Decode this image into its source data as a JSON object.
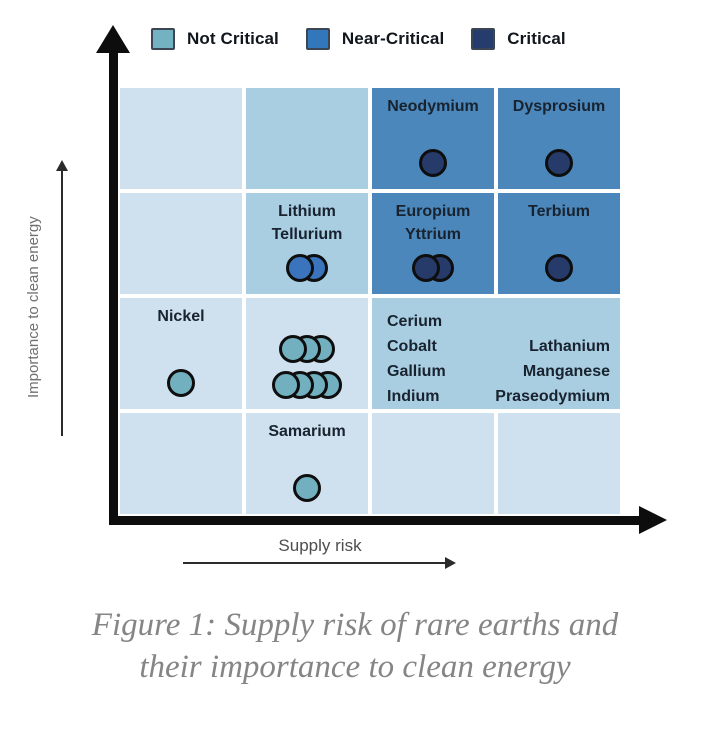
{
  "legend": {
    "items": [
      {
        "label": "Not Critical",
        "level": "not_critical"
      },
      {
        "label": "Near-Critical",
        "level": "near_critical"
      },
      {
        "label": "Critical",
        "level": "critical"
      }
    ]
  },
  "axes": {
    "y_label": "Importance to clean energy",
    "x_label": "Supply risk"
  },
  "caption": {
    "line1": "Figure 1: Supply risk of rare earths and",
    "line2": "their importance to clean energy"
  },
  "colors": {
    "levels": {
      "not_critical": "#72b0bf",
      "near_critical": "#3a74bd",
      "critical": "#263b6a"
    },
    "legend_swatches": {
      "not_critical": "#74b2c2",
      "near_critical": "#3377bb",
      "critical": "#253c6c"
    },
    "cells": {
      "pale": "#cfe0ee",
      "light": "#a9cee2",
      "medium": "#4b87ba"
    },
    "axis": "#0d0d0d",
    "caption_text": "#858585"
  },
  "matrix": {
    "cells": {
      "r1c3": {
        "labels": [
          "Neodymium"
        ],
        "dots": [
          {
            "count": 1,
            "level": "critical"
          }
        ]
      },
      "r1c4": {
        "labels": [
          "Dysprosium"
        ],
        "dots": [
          {
            "count": 1,
            "level": "critical"
          }
        ]
      },
      "r2c2": {
        "labels": [
          "Lithium",
          "Tellurium"
        ],
        "dots": [
          {
            "count": 2,
            "level": "near_critical"
          }
        ]
      },
      "r2c3": {
        "labels": [
          "Europium",
          "Yttrium"
        ],
        "dots": [
          {
            "count": 2,
            "level": "critical"
          }
        ]
      },
      "r2c4": {
        "labels": [
          "Terbium"
        ],
        "dots": [
          {
            "count": 1,
            "level": "critical"
          }
        ]
      },
      "r3c1": {
        "labels": [
          "Nickel"
        ],
        "dots": [
          {
            "count": 1,
            "level": "not_critical"
          }
        ]
      },
      "r3c2": {
        "labels": [],
        "dots": [
          {
            "count": 3,
            "level": "not_critical"
          },
          {
            "count": 4,
            "level": "not_critical"
          }
        ]
      },
      "r3c34": {
        "left": [
          "Cerium",
          "Cobalt",
          "Gallium",
          "Indium"
        ],
        "right": [
          "Lathanium",
          "Manganese",
          "Praseodymium"
        ]
      },
      "r4c2": {
        "labels": [
          "Samarium"
        ],
        "dots": [
          {
            "count": 1,
            "level": "not_critical"
          }
        ]
      }
    }
  },
  "chart_data": {
    "type": "scatter",
    "title": "Figure 1: Supply risk of rare earths and their importance to clean energy",
    "xlabel": "Supply risk",
    "ylabel": "Importance to clean energy",
    "grid": {
      "rows": 4,
      "cols": 4,
      "x_scale": "ordinal low-to-high",
      "y_scale": "ordinal low-to-high"
    },
    "legend": [
      "Not Critical",
      "Near-Critical",
      "Critical"
    ],
    "cell_shading_top_to_bottom": [
      [
        "pale",
        "light",
        "medium",
        "medium"
      ],
      [
        "pale",
        "light",
        "medium",
        "medium"
      ],
      [
        "pale",
        "pale",
        "light",
        "light"
      ],
      [
        "pale",
        "pale",
        "pale",
        "pale"
      ]
    ],
    "points": [
      {
        "element": "Neodymium",
        "supply_risk_col": 3,
        "importance_row": 4,
        "criticality": "Critical"
      },
      {
        "element": "Dysprosium",
        "supply_risk_col": 4,
        "importance_row": 4,
        "criticality": "Critical"
      },
      {
        "element": "Lithium",
        "supply_risk_col": 2,
        "importance_row": 3,
        "criticality": "Near-Critical"
      },
      {
        "element": "Tellurium",
        "supply_risk_col": 2,
        "importance_row": 3,
        "criticality": "Near-Critical"
      },
      {
        "element": "Europium",
        "supply_risk_col": 3,
        "importance_row": 3,
        "criticality": "Critical"
      },
      {
        "element": "Yttrium",
        "supply_risk_col": 3,
        "importance_row": 3,
        "criticality": "Critical"
      },
      {
        "element": "Terbium",
        "supply_risk_col": 4,
        "importance_row": 3,
        "criticality": "Critical"
      },
      {
        "element": "Nickel",
        "supply_risk_col": 1,
        "importance_row": 2,
        "criticality": "Not Critical"
      },
      {
        "element": "Cerium",
        "supply_risk_col": 2,
        "importance_row": 2,
        "criticality": "Not Critical"
      },
      {
        "element": "Cobalt",
        "supply_risk_col": 2,
        "importance_row": 2,
        "criticality": "Not Critical"
      },
      {
        "element": "Gallium",
        "supply_risk_col": 2,
        "importance_row": 2,
        "criticality": "Not Critical"
      },
      {
        "element": "Indium",
        "supply_risk_col": 2,
        "importance_row": 2,
        "criticality": "Not Critical"
      },
      {
        "element": "Lathanium",
        "supply_risk_col": 2,
        "importance_row": 2,
        "criticality": "Not Critical"
      },
      {
        "element": "Manganese",
        "supply_risk_col": 2,
        "importance_row": 2,
        "criticality": "Not Critical"
      },
      {
        "element": "Praseodymium",
        "supply_risk_col": 2,
        "importance_row": 2,
        "criticality": "Not Critical"
      },
      {
        "element": "Samarium",
        "supply_risk_col": 2,
        "importance_row": 1,
        "criticality": "Not Critical"
      }
    ]
  }
}
